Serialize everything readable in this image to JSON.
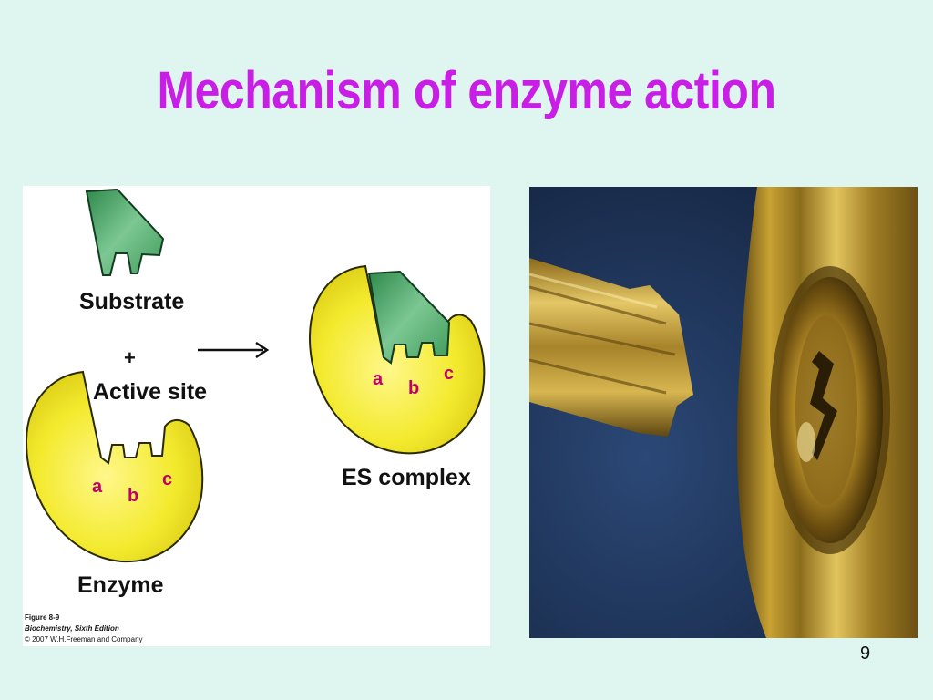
{
  "slide": {
    "title": "Mechanism of enzyme action",
    "page_number": "9"
  },
  "figure": {
    "substrate_label": "Substrate",
    "plus_sign": "+",
    "active_site_label": "Active site",
    "enzyme_label": "Enzyme",
    "es_complex_label": "ES complex",
    "site_labels": [
      "a",
      "b",
      "c"
    ],
    "caption": {
      "figure_number": "Figure 8-9",
      "book_title": "Biochemistry, Sixth Edition",
      "copyright": "© 2007 W.H.Freeman and Company"
    },
    "colors": {
      "enzyme": "#f3ea2e",
      "substrate": "#3f9a5a",
      "site_labels": "#c0006a"
    }
  },
  "photo": {
    "subject": "key-entering-lock-photo",
    "colors": {
      "background": "#1e3458",
      "brass": "#c9a233"
    }
  }
}
